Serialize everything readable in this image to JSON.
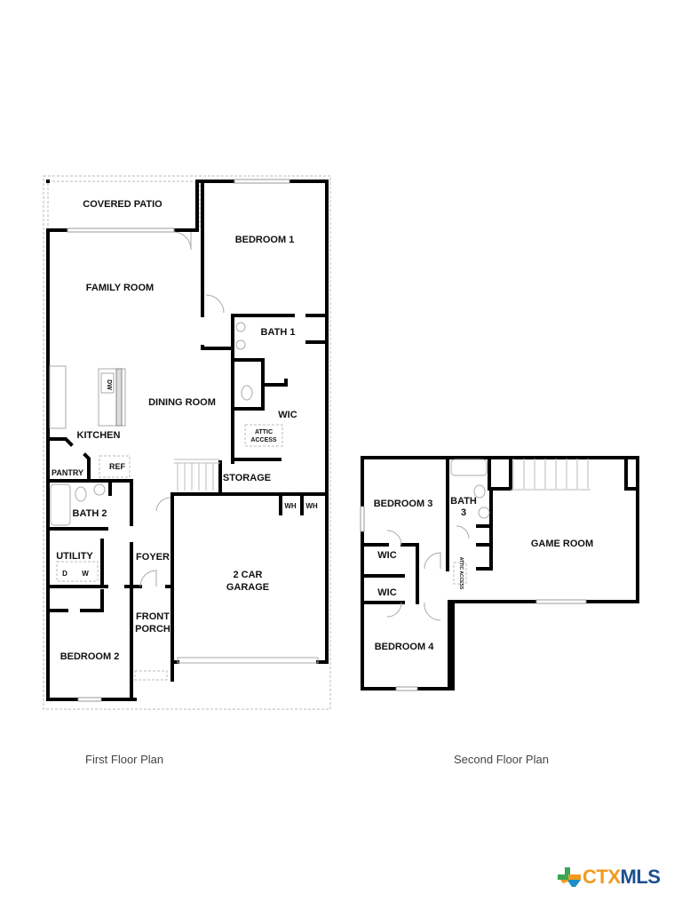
{
  "first_floor": {
    "caption": "First Floor Plan",
    "rooms": {
      "covered_patio": "COVERED PATIO",
      "bedroom1": "BEDROOM 1",
      "family_room": "FAMILY ROOM",
      "bath1": "BATH 1",
      "dining_room": "DINING ROOM",
      "wic": "WIC",
      "attic_access_1": "ATTIC",
      "attic_access_2": "ACCESS",
      "kitchen": "KITCHEN",
      "dw": "DW",
      "pantry": "PANTRY",
      "ref": "REF",
      "storage": "STORAGE",
      "wh1": "WH",
      "wh2": "WH",
      "bath2": "BATH 2",
      "utility": "UTILITY",
      "dryer": "D",
      "washer": "W",
      "foyer": "FOYER",
      "garage_1": "2 CAR",
      "garage_2": "GARAGE",
      "front_porch_1": "FRONT",
      "front_porch_2": "PORCH",
      "bedroom2": "BEDROOM 2"
    }
  },
  "second_floor": {
    "caption": "Second Floor Plan",
    "rooms": {
      "bedroom3": "BEDROOM 3",
      "bath3_1": "BATH",
      "bath3_2": "3",
      "game_room": "GAME ROOM",
      "wic_a": "WIC",
      "wic_b": "WIC",
      "attic_access": "ATTIC ACCESS",
      "bedroom4": "BEDROOM 4"
    }
  },
  "logo": {
    "part1": "CTX",
    "part2": "MLS",
    "colors": {
      "orange": "#f29a1f",
      "blue": "#1d4f91",
      "green": "#3aa655"
    }
  }
}
